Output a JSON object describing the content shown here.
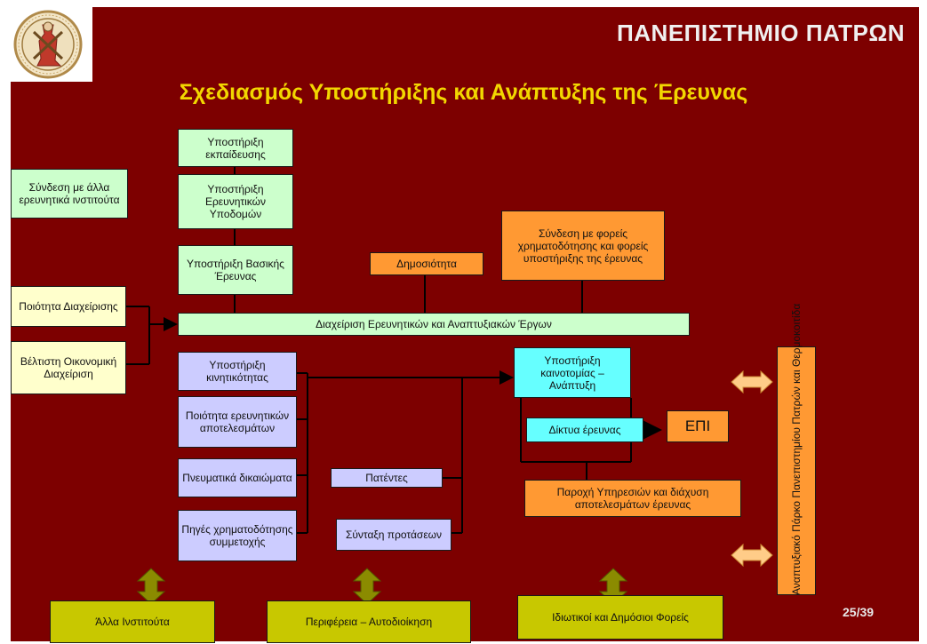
{
  "header": {
    "university": "ΠΑΝΕΠΙΣΤΗΜΙΟ ΠΑΤΡΩΝ",
    "subtitle": "Σχεδιασμός Υποστήριξης και Ανάπτυξης της Έρευνας"
  },
  "boxes": {
    "support_education": "Υποστήριξη εκπαίδευσης",
    "support_infrastructure": "Υποστήριξη Ερευνητικών Υποδομών",
    "support_basic_research": "Υποστήριξη Βασικής Έρευνας",
    "link_other_institutes": "Σύνδεση με άλλα ερευνητικά ινστιτούτα",
    "quality_management": "Ποιότητα Διαχείρισης",
    "economic_management": "Βέλτιστη Οικονομική Διαχείριση",
    "project_management": "Διαχείριση Ερευνητικών και Αναπτυξιακών Έργων",
    "publicity": "Δημοσιότητα",
    "link_funding_bodies": "Σύνδεση με φορείς χρηματοδότησης και φορείς υποστήριξης της έρευνας",
    "support_mobility": "Υποστήριξη κινητικότητας",
    "research_quality": "Ποιότητα ερευνητικών αποτελεσμάτων",
    "intellectual_property": "Πνευματικά δικαιώματα",
    "funding_sources": "Πηγές χρηματοδότησης συμμετοχής",
    "patents": "Πατέντες",
    "proposal_writing": "Σύνταξη προτάσεων",
    "support_innovation": "Υποστήριξη καινοτομίας – Ανάπτυξη",
    "research_networks": "Δίκτυα έρευνας",
    "epi": "ΕΠΙ",
    "services_results": "Παροχή Υπηρεσιών και διάχυση αποτελεσμάτων έρευνας",
    "science_park": "Αναπτυξιακό Πάρκο Πανεπιστημίου Πατρών και Θερμοκοιτίδα",
    "other_institutes": "Άλλα Ινστιτούτα",
    "periphery": "Περιφέρεια – Αυτοδιοίκηση",
    "private_public": "Ιδιωτικοί και Δημόσιοι Φορείς"
  },
  "page_number": "25/39",
  "colors": {
    "background": "#7d0000",
    "title": "#f2d700",
    "green": "#ccffcc",
    "yellow": "#ffffcc",
    "lavender": "#ccccff",
    "orange": "#ff9933",
    "cyan": "#66ffff",
    "olive": "#c8c800",
    "arrow_olive": "#8b8b00",
    "arrow_orange": "#ffcc88"
  },
  "icons": {
    "seal": "university-seal-icon"
  }
}
